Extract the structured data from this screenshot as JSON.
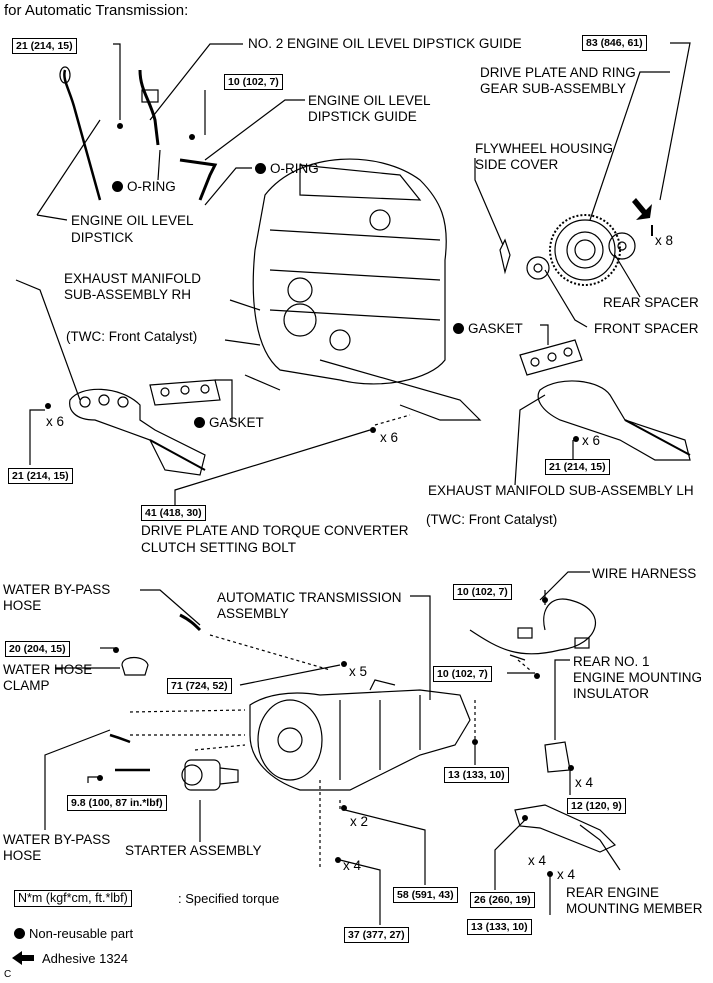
{
  "title": "for Automatic Transmission:",
  "labels": {
    "no2_guide": "NO. 2 ENGINE OIL LEVEL DIPSTICK GUIDE",
    "guide_1": "ENGINE OIL LEVEL",
    "guide_2": "DIPSTICK GUIDE",
    "oring_a": "O-RING",
    "oring_b": "O-RING",
    "dipstick_1": "ENGINE OIL LEVEL",
    "dipstick_2": "DIPSTICK",
    "drive_plate_1": "DRIVE PLATE AND RING",
    "drive_plate_2": "GEAR SUB-ASSEMBLY",
    "flywheel_1": "FLYWHEEL HOUSING",
    "flywheel_2": "SIDE COVER",
    "x8": "x 8",
    "rear_spacer": "REAR SPACER",
    "front_spacer": "FRONT SPACER",
    "exh_rh_1": "EXHAUST MANIFOLD",
    "exh_rh_2": "SUB-ASSEMBLY RH",
    "twc_rh": "(TWC: Front Catalyst)",
    "gasket_rh": "GASKET",
    "gasket_lh": "GASKET",
    "x6_a": "x 6",
    "x6_b": "x 6",
    "x6_c": "x 6",
    "exh_lh": "EXHAUST MANIFOLD SUB-ASSEMBLY LH",
    "twc_lh": "(TWC: Front Catalyst)",
    "bolt_1": "DRIVE PLATE AND TORQUE CONVERTER",
    "bolt_2": "CLUTCH SETTING BOLT",
    "wbh_top_1": "WATER BY-PASS",
    "wbh_top_2": "HOSE",
    "at_1": "AUTOMATIC TRANSMISSION",
    "at_2": "ASSEMBLY",
    "wire_harness": "WIRE HARNESS",
    "hose_clamp_1": "WATER HOSE",
    "hose_clamp_2": "CLAMP",
    "x5": "x 5",
    "rear_ins_1": "REAR NO. 1",
    "rear_ins_2": "ENGINE MOUNTING",
    "rear_ins_3": "INSULATOR",
    "x4_a": "x 4",
    "x2": "x 2",
    "x4_b": "x 4",
    "x4_c": "x 4",
    "x4_d": "x 4",
    "wbh_bot_1": "WATER BY-PASS",
    "wbh_bot_2": "HOSE",
    "starter": "STARTER ASSEMBLY",
    "rear_member_1": "REAR ENGINE",
    "rear_member_2": "MOUNTING MEMBER"
  },
  "torques": {
    "t1": "21 (214, 15)",
    "t2": "10 (102, 7)",
    "t3": "83 (846, 61)",
    "t4": "21 (214, 15)",
    "t5": "21 (214, 15)",
    "t6": "41 (418, 30)",
    "t7": "10 (102, 7)",
    "t8": "20 (204, 15)",
    "t9": "71 (724, 52)",
    "t10": "10 (102, 7)",
    "t11": "13 (133, 10)",
    "t12": "9.8 (100, 87 in.*lbf)",
    "t13": "12 (120, 9)",
    "t14": "58 (591, 43)",
    "t15": "26 (260, 19)",
    "t16": "37 (377, 27)",
    "t17": "13 (133, 10)"
  },
  "legend": {
    "torque_box": "N*m (kgf*cm, ft.*lbf)",
    "torque_text": ": Specified torque",
    "non_reusable": "Non-reusable part",
    "adhesive": "Adhesive 1324",
    "corner": "C"
  }
}
